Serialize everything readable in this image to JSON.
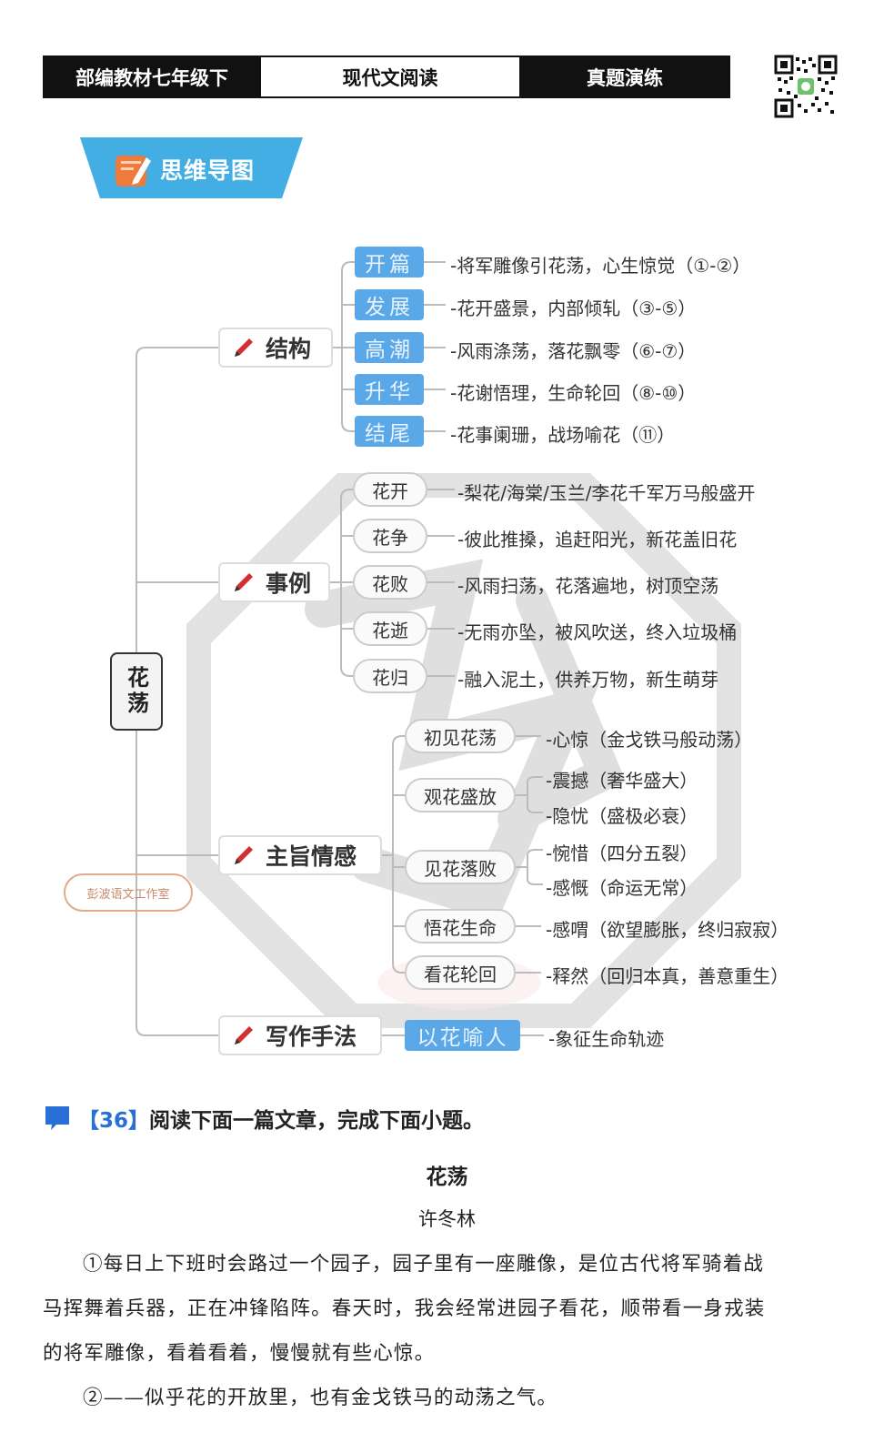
{
  "header": {
    "left": "部编教材七年级下",
    "middle": "现代文阅读",
    "right": "真题演练"
  },
  "icons": [
    "qr-code-icon",
    "edit-note-icon",
    "pencil-icon",
    "chat-bubble-icon"
  ],
  "colors": {
    "accent_blue": "#5aa8e8",
    "banner_blue": "#43aee3",
    "pen_red": "#d32f2f",
    "question_blue": "#2a6fd6"
  },
  "mindmap": {
    "banner": "思维导图",
    "root": "花荡",
    "studio": "彭波语文工作室",
    "structure": {
      "label": "结构",
      "items": [
        {
          "tag": "开篇",
          "text": "-将军雕像引花荡，心生惊觉（①-②）"
        },
        {
          "tag": "发展",
          "text": "-花开盛景，内部倾轧（③-⑤）"
        },
        {
          "tag": "高潮",
          "text": "-风雨涤荡，落花飘零（⑥-⑦）"
        },
        {
          "tag": "升华",
          "text": "-花谢悟理，生命轮回（⑧-⑩）"
        },
        {
          "tag": "结尾",
          "text": "-花事阑珊，战场喻花（⑪）"
        }
      ]
    },
    "events": {
      "label": "事例",
      "items": [
        {
          "tag": "花开",
          "text": "-梨花/海棠/玉兰/李花千军万马般盛开"
        },
        {
          "tag": "花争",
          "text": "-彼此推搡，追赶阳光，新花盖旧花"
        },
        {
          "tag": "花败",
          "text": "-风雨扫荡，花落遍地，树顶空荡"
        },
        {
          "tag": "花逝",
          "text": "-无雨亦坠，被风吹送，终入垃圾桶"
        },
        {
          "tag": "花归",
          "text": "-融入泥土，供养万物，新生萌芽"
        }
      ]
    },
    "theme": {
      "label": "主旨情感",
      "items": [
        {
          "tag": "初见花荡",
          "texts": [
            "-心惊（金戈铁马般动荡）"
          ]
        },
        {
          "tag": "观花盛放",
          "texts": [
            "-震撼（奢华盛大）",
            "-隐忧（盛极必衰）"
          ]
        },
        {
          "tag": "见花落败",
          "texts": [
            "-惋惜（四分五裂）",
            "-感慨（命运无常）"
          ]
        },
        {
          "tag": "悟花生命",
          "texts": [
            "-感喟（欲望膨胀，终归寂寂）"
          ]
        },
        {
          "tag": "看花轮回",
          "texts": [
            "-释然（回归本真，善意重生）"
          ]
        }
      ]
    },
    "technique": {
      "label": "写作手法",
      "tag": "以花喻人",
      "text": "-象征生命轨迹"
    }
  },
  "question": {
    "number": "【36】",
    "prompt": "阅读下面一篇文章，完成下面小题。"
  },
  "article": {
    "title": "花荡",
    "author": "许冬林",
    "p1_lines": [
      "①每日上下班时会路过一个园子，园子里有一座雕像，是位古代将军骑着战",
      "马挥舞着兵器，正在冲锋陷阵。春天时，我会经常进园子看花，顺带看一身戎装",
      "的将军雕像，看着看着，慢慢就有些心惊。"
    ],
    "p2": "②——似乎花的开放里，也有金戈铁马的动荡之气。"
  }
}
